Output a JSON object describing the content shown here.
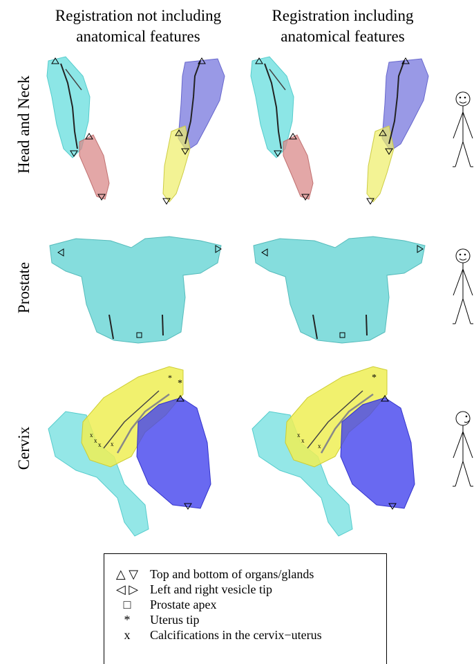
{
  "columns": [
    {
      "line1": "Registration not including",
      "line2": "anatomical features"
    },
    {
      "line1": "Registration including",
      "line2": "anatomical features"
    }
  ],
  "rows": [
    "Head and Neck",
    "Prostate",
    "Cervix"
  ],
  "legend": [
    {
      "symbol": "△ ▽",
      "text": "Top and bottom of organs/glands"
    },
    {
      "symbol": "◁ ▷",
      "text": "Left and right vesicle tip"
    },
    {
      "symbol": "□",
      "text": "Prostate apex"
    },
    {
      "symbol": "*",
      "text": "Uterus tip"
    },
    {
      "symbol": "x",
      "text": "Calcifications in the cervix−uterus"
    }
  ],
  "colors": {
    "cyan": "#66dddd",
    "red": "#d98a8a",
    "yellow": "#eeee55",
    "blue": "#5555ee"
  }
}
